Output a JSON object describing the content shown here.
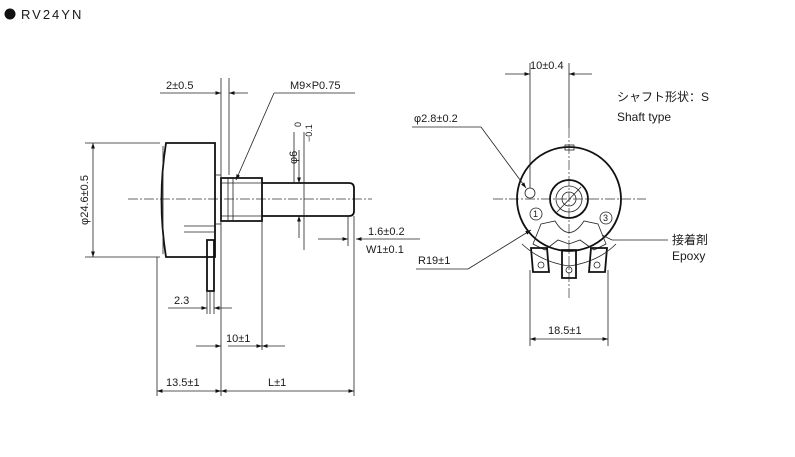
{
  "title": "RV24YN",
  "side_view": {
    "dim_bushing_thickness": "2±0.5",
    "dim_thread": "M9×P0.75",
    "dim_shaft_dia_main": "φ6",
    "dim_shaft_dia_upper_tol": "0",
    "dim_shaft_dia_lower_tol": "−0.1",
    "dim_body_dia": "φ24.6±0.5",
    "dim_flat_depth": "1.6±0.2",
    "dim_flat_width": "W1±0.1",
    "dim_terminal": "2.3",
    "dim_bushing_len": "10±1",
    "dim_body_len": "13.5±1",
    "dim_shaft_len": "L±1"
  },
  "front_view": {
    "dim_terminal_spacing": "10±0.4",
    "dim_hole": "φ2.8±0.2",
    "dim_radius": "R19±1",
    "dim_width": "18.5±1",
    "shaft_type_jp": "シャフト形状：S",
    "shaft_type_en": "Shaft type",
    "epoxy_jp": "接着剤",
    "epoxy_en": "Epoxy",
    "terminal_1": "1",
    "terminal_3": "3"
  }
}
